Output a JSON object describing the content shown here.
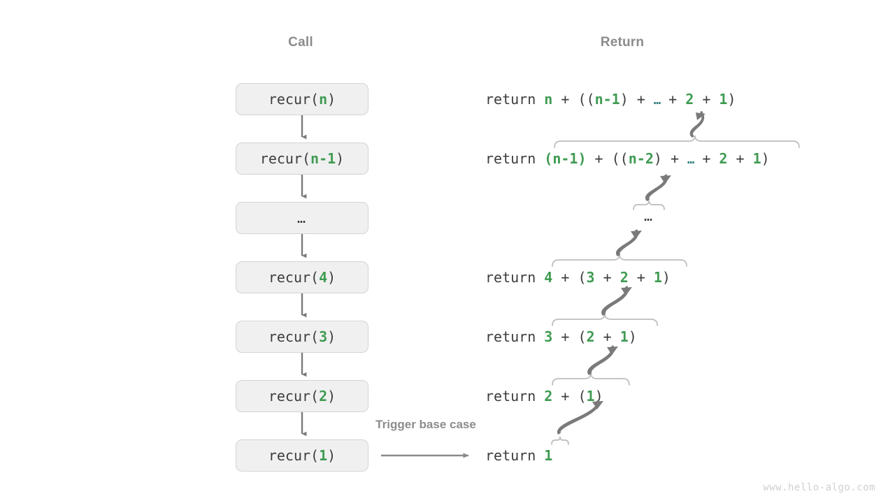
{
  "headers": {
    "call": "Call",
    "return": "Return"
  },
  "call_stack": [
    {
      "name": "call-box-n",
      "prefix": "recur(",
      "arg": "n",
      "suffix": ")",
      "dots": false
    },
    {
      "name": "call-box-n-1",
      "prefix": "recur(",
      "arg": "n-1",
      "suffix": ")",
      "dots": false
    },
    {
      "name": "call-box-dots",
      "prefix": "",
      "arg": "…",
      "suffix": "",
      "dots": true
    },
    {
      "name": "call-box-4",
      "prefix": "recur(",
      "arg": "4",
      "suffix": ")",
      "dots": false
    },
    {
      "name": "call-box-3",
      "prefix": "recur(",
      "arg": "3",
      "suffix": ")",
      "dots": false
    },
    {
      "name": "call-box-2",
      "prefix": "recur(",
      "arg": "2",
      "suffix": ")",
      "dots": false
    },
    {
      "name": "call-box-1",
      "prefix": "recur(",
      "arg": "1",
      "suffix": ")",
      "dots": false
    }
  ],
  "returns": [
    {
      "name": "return-row-n",
      "keyword": "return ",
      "tokens": [
        {
          "t": "n",
          "c": "num"
        },
        {
          "t": " + ",
          "c": "op"
        },
        {
          "t": "((",
          "c": "paren"
        },
        {
          "t": "n-1",
          "c": "num"
        },
        {
          "t": ")",
          "c": "paren"
        },
        {
          "t": " + ",
          "c": "op"
        },
        {
          "t": "…",
          "c": "ell"
        },
        {
          "t": " + ",
          "c": "op"
        },
        {
          "t": "2",
          "c": "num"
        },
        {
          "t": " + ",
          "c": "op"
        },
        {
          "t": "1",
          "c": "num"
        },
        {
          "t": ")",
          "c": "paren"
        }
      ],
      "text": "return n + ((n-1) + … + 2 + 1)"
    },
    {
      "name": "return-row-n-1",
      "keyword": "return ",
      "tokens": [
        {
          "t": "(",
          "c": "paren-green"
        },
        {
          "t": "n-1",
          "c": "num"
        },
        {
          "t": ")",
          "c": "paren-green"
        },
        {
          "t": " + ",
          "c": "op"
        },
        {
          "t": "((",
          "c": "paren"
        },
        {
          "t": "n-2",
          "c": "num"
        },
        {
          "t": ")",
          "c": "paren"
        },
        {
          "t": " + ",
          "c": "op"
        },
        {
          "t": "…",
          "c": "ell"
        },
        {
          "t": " + ",
          "c": "op"
        },
        {
          "t": "2",
          "c": "num"
        },
        {
          "t": " + ",
          "c": "op"
        },
        {
          "t": "1",
          "c": "num"
        },
        {
          "t": ")",
          "c": "paren"
        }
      ],
      "text": "return (n-1) + ((n-2) + … + 2 + 1)"
    },
    {
      "name": "return-row-dots",
      "keyword": "",
      "tokens": [],
      "text": "…"
    },
    {
      "name": "return-row-4",
      "keyword": "return ",
      "tokens": [
        {
          "t": "4",
          "c": "num"
        },
        {
          "t": " + ",
          "c": "op"
        },
        {
          "t": "(",
          "c": "paren"
        },
        {
          "t": "3",
          "c": "num"
        },
        {
          "t": " + ",
          "c": "op"
        },
        {
          "t": "2",
          "c": "num"
        },
        {
          "t": " + ",
          "c": "op"
        },
        {
          "t": "1",
          "c": "num"
        },
        {
          "t": ")",
          "c": "paren"
        }
      ],
      "text": "return 4 + (3 + 2 + 1)"
    },
    {
      "name": "return-row-3",
      "keyword": "return ",
      "tokens": [
        {
          "t": "3",
          "c": "num"
        },
        {
          "t": " + ",
          "c": "op"
        },
        {
          "t": "(",
          "c": "paren"
        },
        {
          "t": "2",
          "c": "num"
        },
        {
          "t": " + ",
          "c": "op"
        },
        {
          "t": "1",
          "c": "num"
        },
        {
          "t": ")",
          "c": "paren"
        }
      ],
      "text": "return 3 + (2 + 1)"
    },
    {
      "name": "return-row-2",
      "keyword": "return ",
      "tokens": [
        {
          "t": "2",
          "c": "num"
        },
        {
          "t": " + ",
          "c": "op"
        },
        {
          "t": "(",
          "c": "paren"
        },
        {
          "t": "1",
          "c": "num"
        },
        {
          "t": ")",
          "c": "paren"
        }
      ],
      "text": "return 2 + (1)"
    },
    {
      "name": "return-row-1",
      "keyword": "return ",
      "tokens": [
        {
          "t": "1",
          "c": "num"
        }
      ],
      "text": "return 1"
    }
  ],
  "annotations": {
    "trigger_base_case": "Trigger base case"
  },
  "watermark": "www.hello-algo.com",
  "colors": {
    "accent_green": "#3f9b52",
    "ellipsis_teal": "#2b7a78",
    "box_fill": "#f0f0f0",
    "box_border": "#d4d4d4",
    "arrow_gray": "#7a7a7a",
    "brace_gray": "#b8b8b8",
    "header_gray": "#8c8c8c",
    "text_dark": "#3d3d3d",
    "watermark_gray": "#d0d0d0",
    "background": "#ffffff"
  }
}
